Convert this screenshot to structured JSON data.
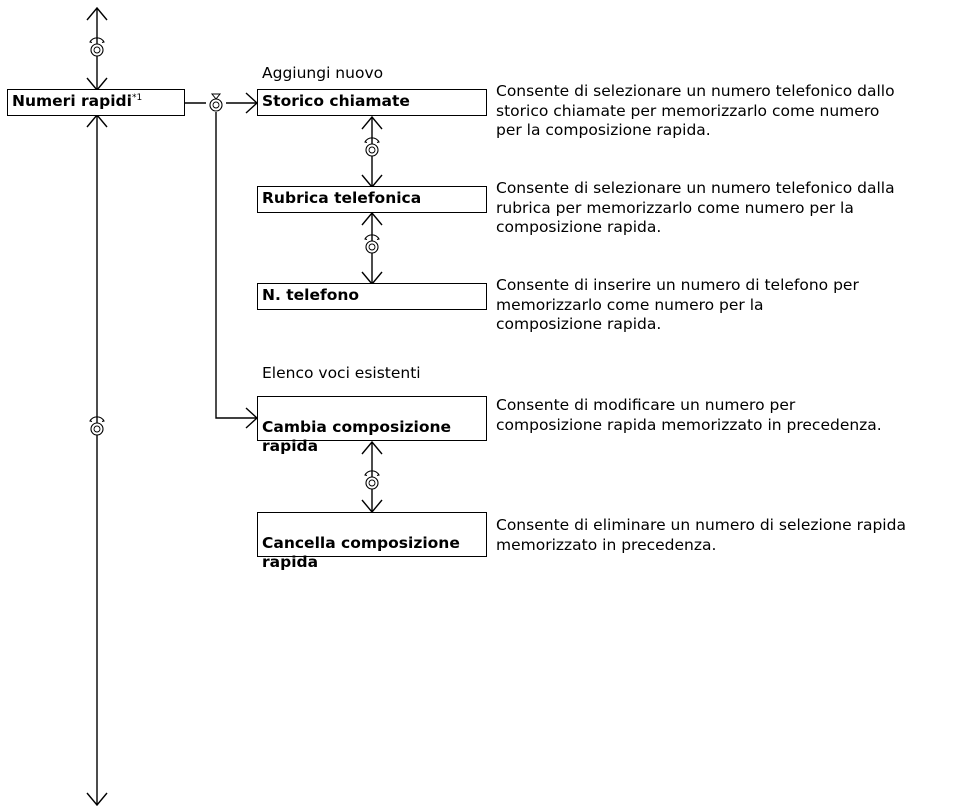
{
  "root": {
    "label": "Numeri rapidi",
    "note": "*1"
  },
  "groups": {
    "new_entry": "Aggiungi nuovo",
    "existing": "Elenco voci esistenti"
  },
  "options": [
    {
      "label": "Storico chiamate",
      "description": "Consente di selezionare un numero telefonico dallo\nstorico chiamate per memorizzarlo come numero\nper la composizione rapida."
    },
    {
      "label": "Rubrica telefonica",
      "description": "Consente di selezionare un numero telefonico dalla\nrubrica per memorizzarlo come numero per la\ncomposizione rapida."
    },
    {
      "label": "N. telefono",
      "description": "Consente di inserire un numero di telefono per\nmemorizzarlo come numero per la\ncomposizione rapida."
    },
    {
      "label": "Cambia composizione\nrapida",
      "description": "Consente di modificare un numero per\ncomposizione rapida memorizzato in precedenza."
    },
    {
      "label": "Cancella composizione\nrapida",
      "description": "Consente di eliminare un numero di selezione rapida\nmemorizzato in precedenza."
    }
  ],
  "icons": {
    "rotate": "rotate-knob-icon",
    "press": "press-knob-icon"
  }
}
